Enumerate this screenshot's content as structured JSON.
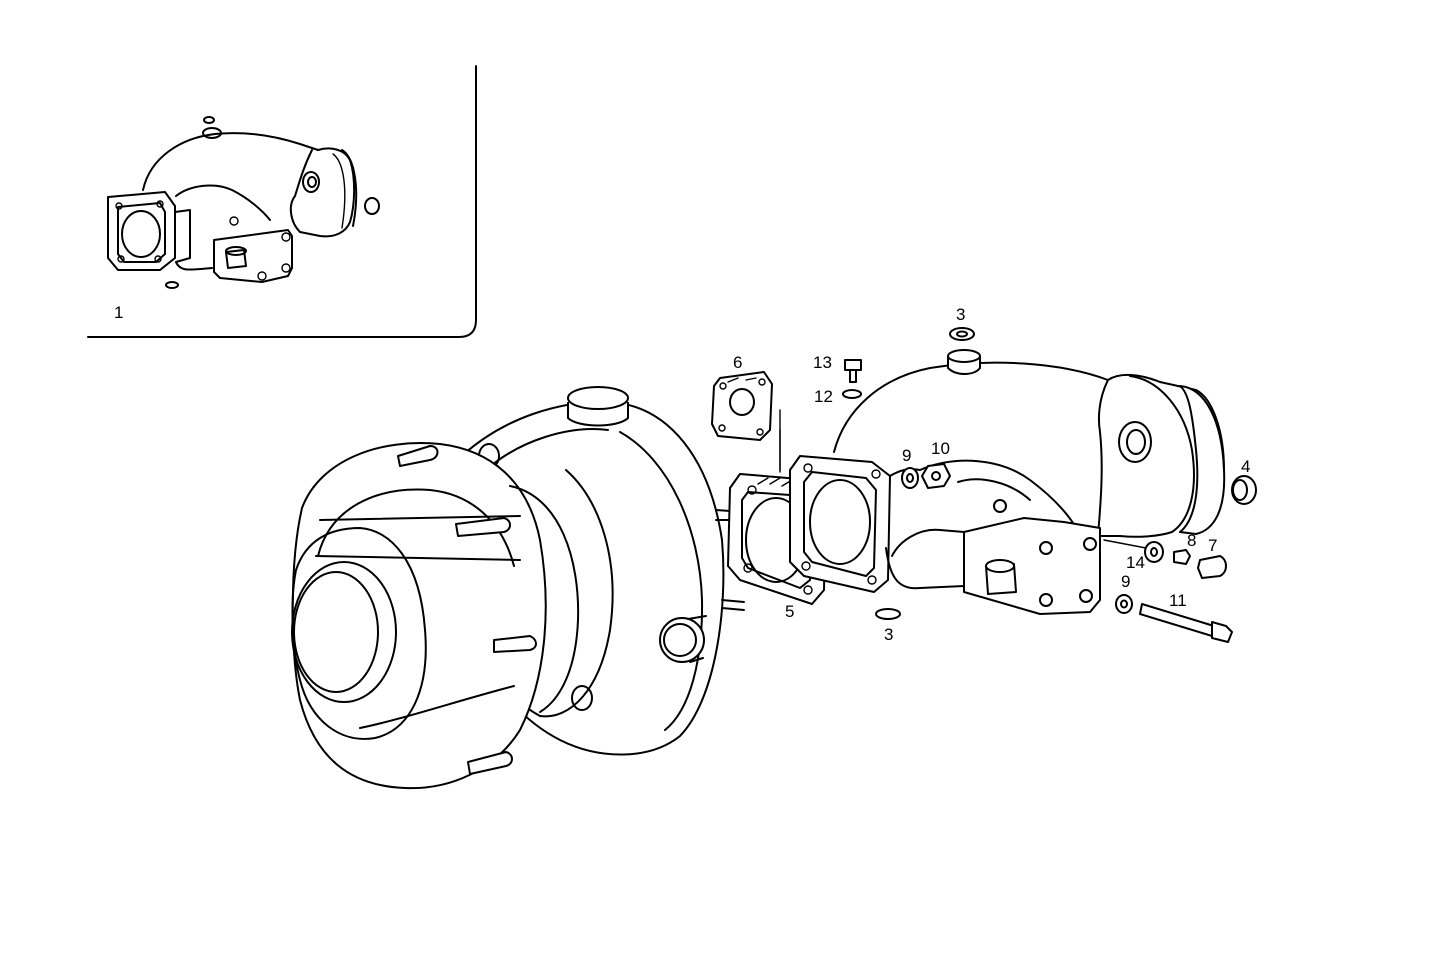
{
  "callouts": {
    "c1": "1",
    "c3_top": "3",
    "c3_bottom": "3",
    "c4": "4",
    "c5": "5",
    "c6": "6",
    "c7": "7",
    "c8": "8",
    "c9_top": "9",
    "c9_bottom": "9",
    "c10": "10",
    "c11": "11",
    "c12": "12",
    "c13": "13",
    "c14": "14"
  }
}
